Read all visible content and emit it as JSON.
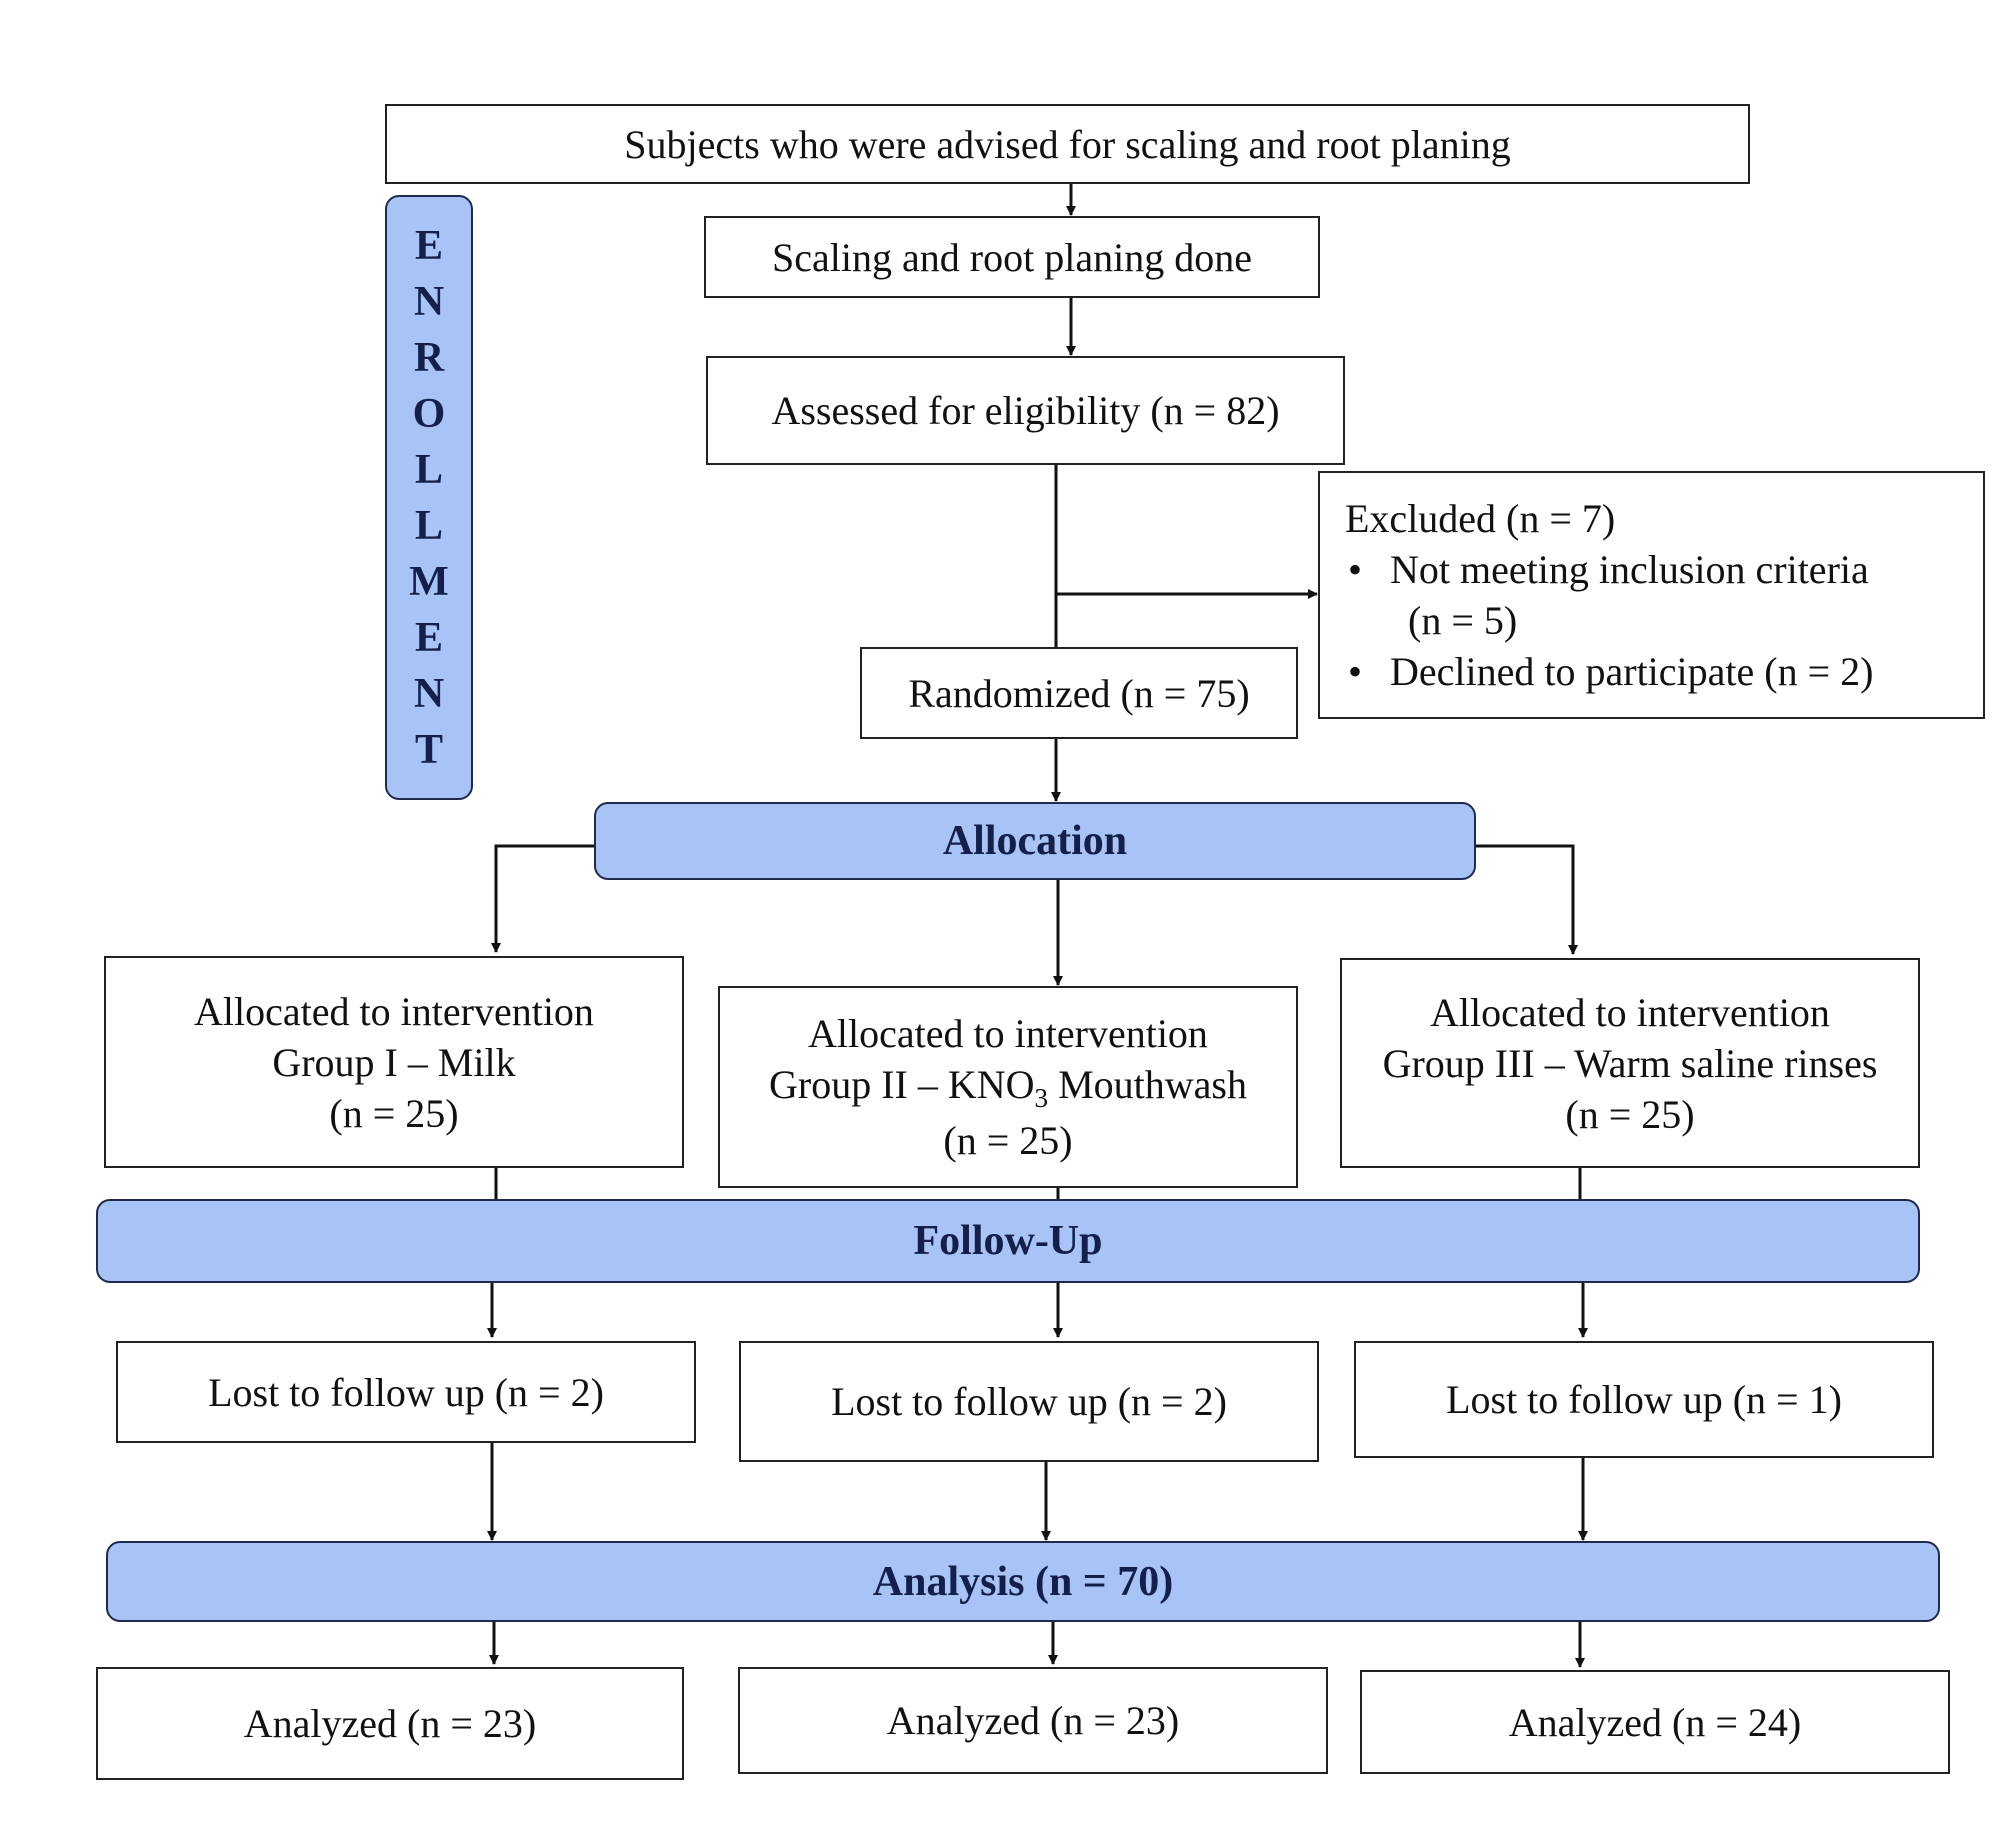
{
  "nodes": {
    "subjects": "Subjects who were advised for scaling and root planing",
    "srp_done": "Scaling and root planing done",
    "assessed": "Assessed for eligibility (n = 82)",
    "excluded": {
      "title": "Excluded (n = 7)",
      "items": [
        {
          "line1": "Not meeting inclusion criteria",
          "line2": "(n = 5)"
        },
        {
          "line1": "Declined to participate (n = 2)"
        }
      ]
    },
    "randomized": "Randomized (n = 75)",
    "enrollment_letters": [
      "E",
      "N",
      "R",
      "O",
      "L",
      "L",
      "M",
      "E",
      "N",
      "T"
    ],
    "allocation": "Allocation",
    "groups": [
      {
        "line1": "Allocated to intervention",
        "line2": "Group I – Milk",
        "line3": "(n = 25)"
      },
      {
        "line1": "Allocated to intervention",
        "line2_pre": "Group II – KNO",
        "line2_sub": "3",
        "line2_post": " Mouthwash",
        "line3": "(n = 25)"
      },
      {
        "line1": "Allocated to intervention",
        "line2": "Group III – Warm saline rinses",
        "line3": "(n = 25)"
      }
    ],
    "follow_up": "Follow-Up",
    "lost": [
      "Lost to follow up (n = 2)",
      "Lost to follow up (n = 2)",
      "Lost to follow up (n = 1)"
    ],
    "analysis": "Analysis (n = 70)",
    "analyzed": [
      "Analyzed (n = 23)",
      "Analyzed (n = 23)",
      "Analyzed (n = 24)"
    ]
  },
  "colors": {
    "band_fill": "#a8c3f5",
    "band_text": "#14204a",
    "line": "#111111"
  }
}
